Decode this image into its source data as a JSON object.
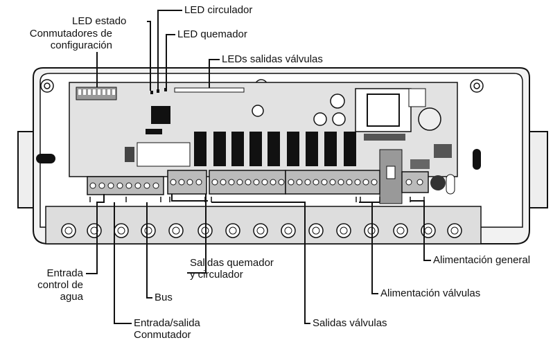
{
  "labels": {
    "led_estado": "LED estado",
    "led_circulador": "LED circulador",
    "led_quemador": "LED quemador",
    "conmutadores_l1": "Conmutadores de",
    "conmutadores_l2": "configuración",
    "leds_salidas": "LEDs salidas válvulas",
    "entrada_control_l1": "Entrada",
    "entrada_control_l2": "control de",
    "entrada_control_l3": "agua",
    "bus": "Bus",
    "entrada_salida_l1": "Entrada/salida",
    "entrada_salida_l2": "Conmutador",
    "salidas_quemador_l1": "Salidas quemador",
    "salidas_quemador_l2": "y circulador",
    "salidas_valvulas": "Salidas válvulas",
    "alimentacion_valvulas": "Alimentación válvulas",
    "alimentacion_general": "Alimentación general"
  }
}
